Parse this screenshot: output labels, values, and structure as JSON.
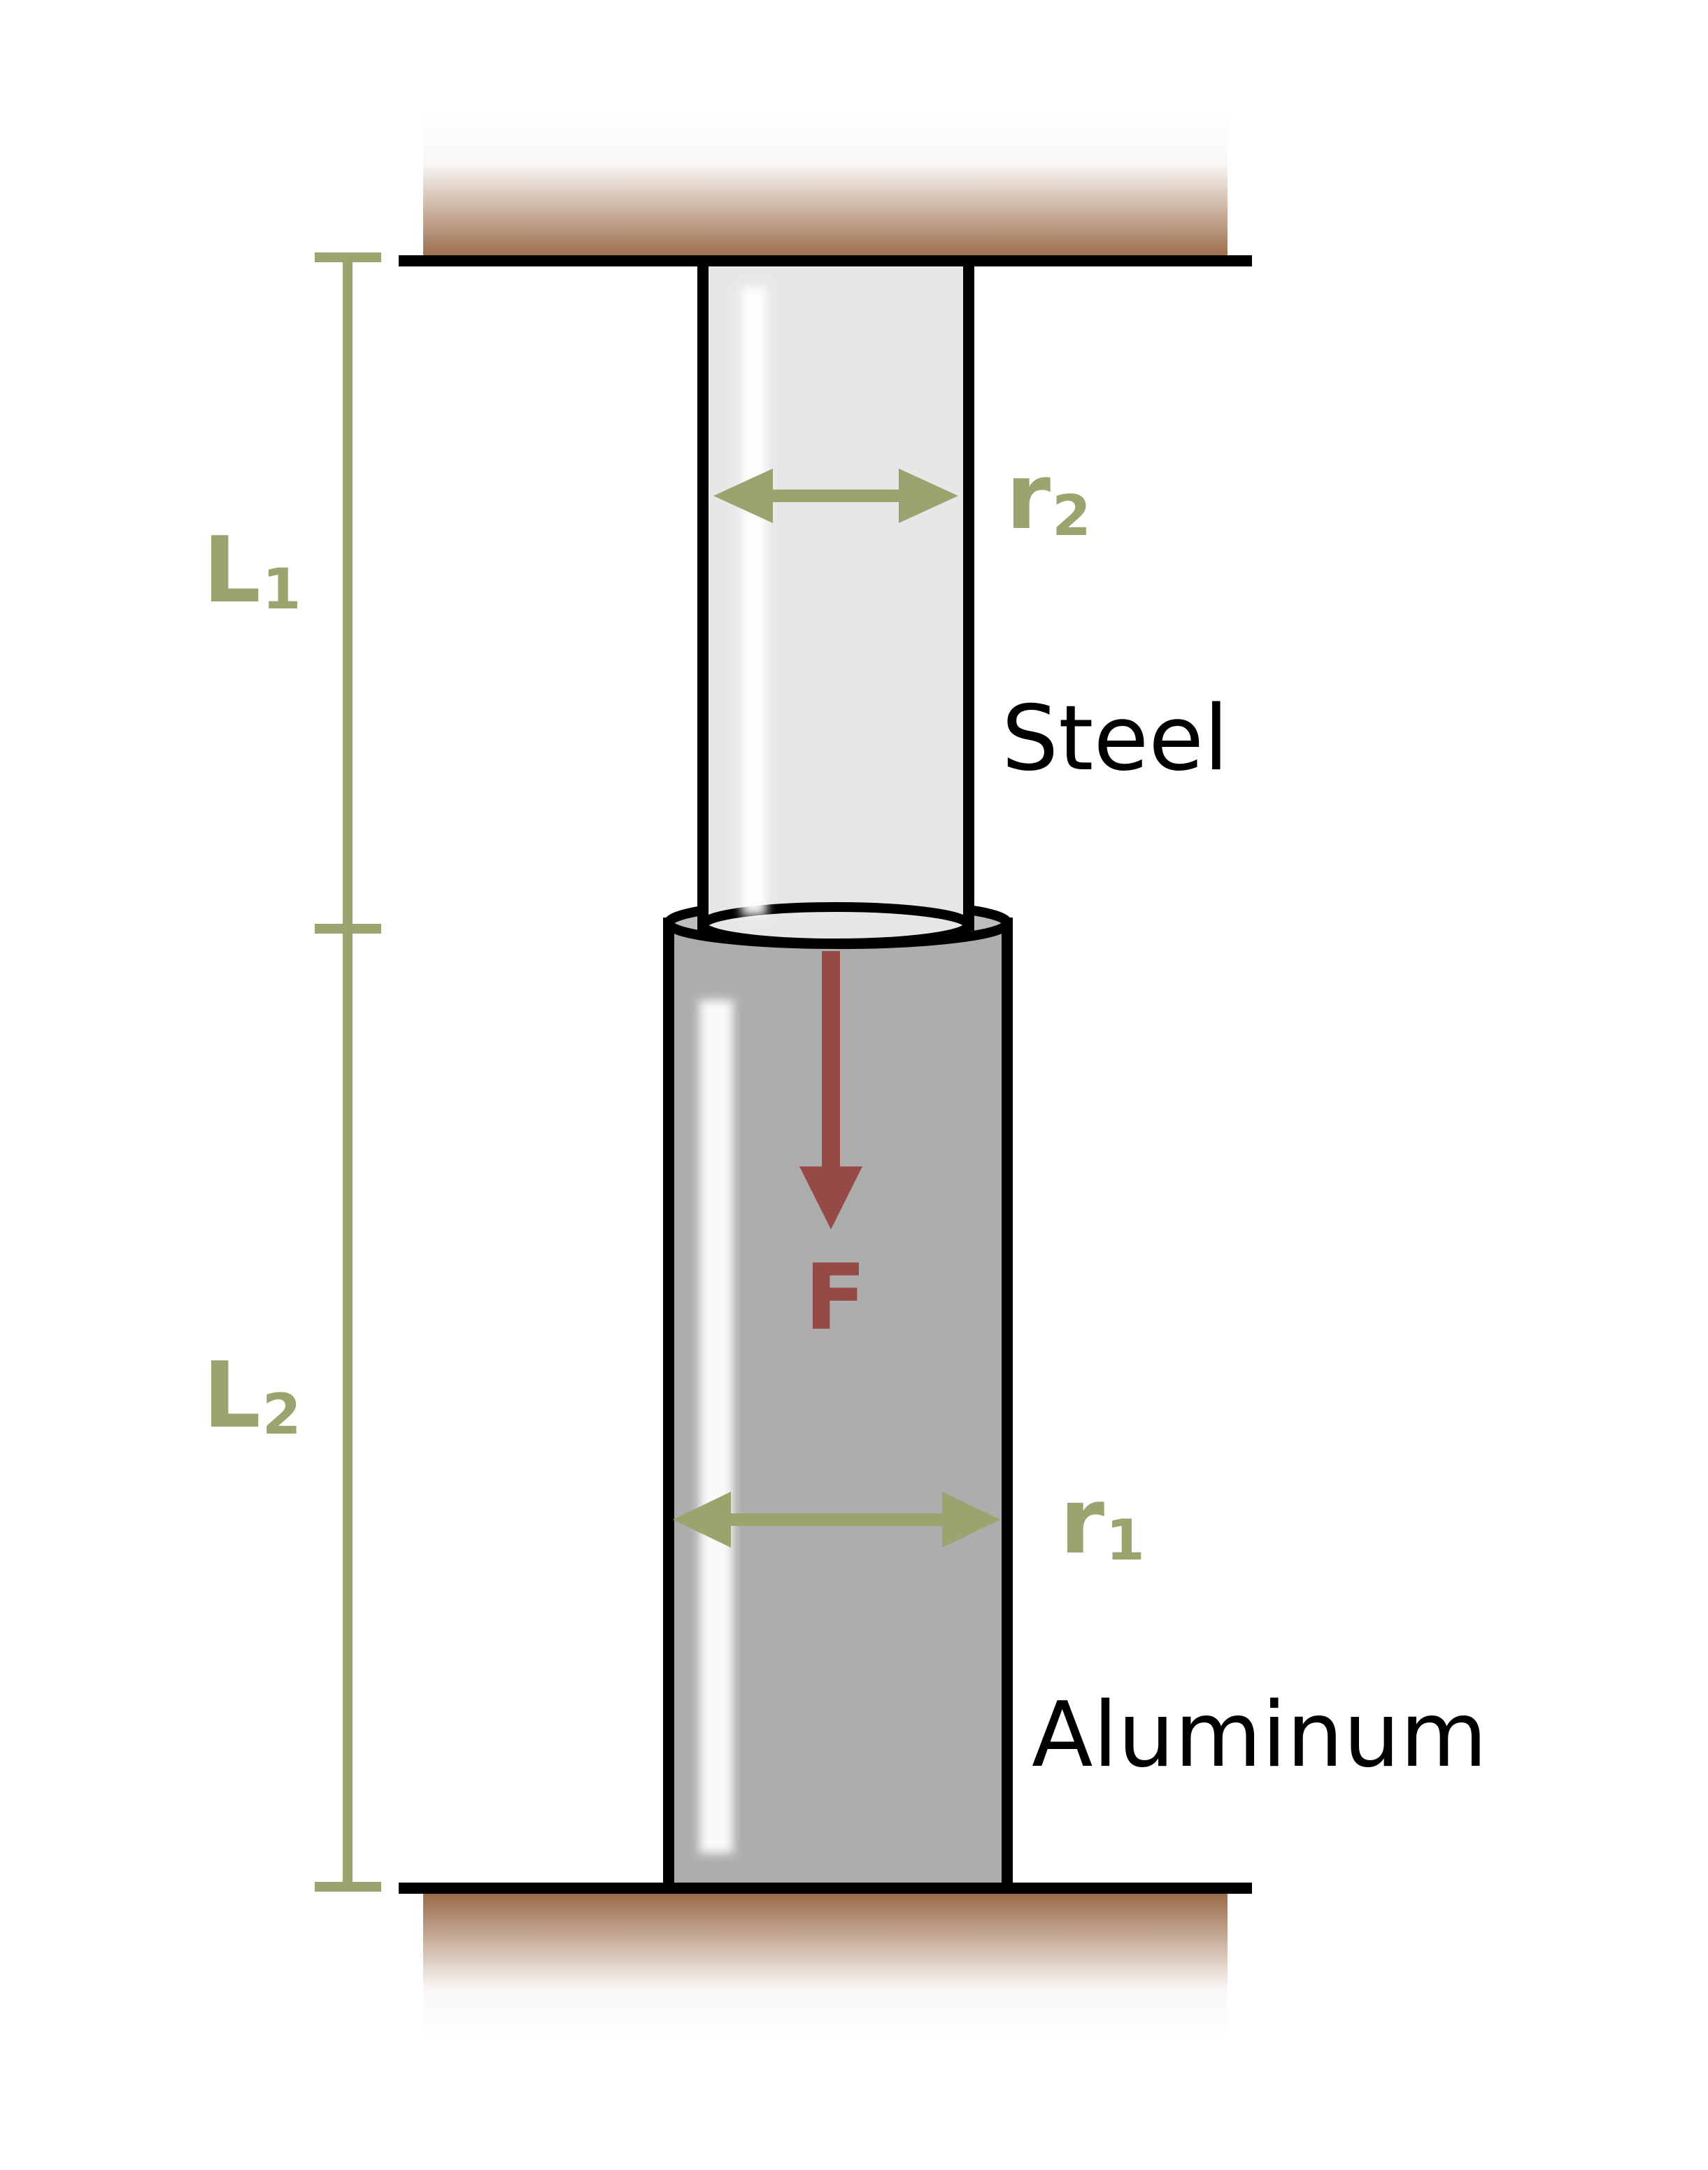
{
  "labels": {
    "L1": {
      "main": "L",
      "sub": "1"
    },
    "L2": {
      "main": "L",
      "sub": "2"
    },
    "r2": {
      "main": "r",
      "sub": "2"
    },
    "r1": {
      "main": "r",
      "sub": "1"
    },
    "force": "F",
    "steel": "Steel",
    "aluminum": "Aluminum"
  },
  "colors": {
    "dimension": "#9ba46f",
    "force": "#964a45",
    "steel_fill": "#e7e7e7",
    "aluminum_fill": "#adadad",
    "ground": "#9a6b48",
    "outline": "#000000"
  }
}
